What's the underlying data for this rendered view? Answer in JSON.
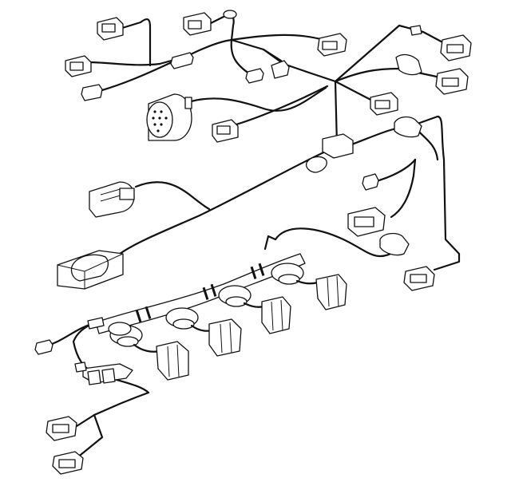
{
  "diagram": {
    "type": "wiring-harness-exploded-view",
    "colors": {
      "line": "#111111",
      "fill": "#ffffff"
    },
    "components": [
      {
        "id": "connector-top-left",
        "kind": "connector"
      },
      {
        "id": "connector-top-center",
        "kind": "connector"
      },
      {
        "id": "connector-mid-left",
        "kind": "connector"
      },
      {
        "id": "connector-top-right-1",
        "kind": "connector"
      },
      {
        "id": "connector-top-right-2",
        "kind": "connector"
      },
      {
        "id": "connector-right-3",
        "kind": "connector"
      },
      {
        "id": "connector-round-multipin",
        "kind": "round-connector"
      },
      {
        "id": "connector-center-small",
        "kind": "connector"
      },
      {
        "id": "connector-right-mid",
        "kind": "connector"
      },
      {
        "id": "connector-left-large",
        "kind": "connector"
      },
      {
        "id": "relay-box",
        "kind": "module"
      },
      {
        "id": "connector-right-lower",
        "kind": "connector"
      },
      {
        "id": "connector-far-right",
        "kind": "connector"
      },
      {
        "id": "injector-connector-1",
        "kind": "injector-connector"
      },
      {
        "id": "injector-connector-2",
        "kind": "injector-connector"
      },
      {
        "id": "injector-connector-3",
        "kind": "injector-connector"
      },
      {
        "id": "injector-connector-4",
        "kind": "injector-connector"
      },
      {
        "id": "injector-connector-5",
        "kind": "injector-connector"
      },
      {
        "id": "connector-bottom-left-1",
        "kind": "connector"
      },
      {
        "id": "connector-bottom-left-2",
        "kind": "connector"
      },
      {
        "id": "grommet-junction",
        "kind": "junction"
      },
      {
        "id": "mounting-bracket",
        "kind": "bracket"
      }
    ]
  }
}
